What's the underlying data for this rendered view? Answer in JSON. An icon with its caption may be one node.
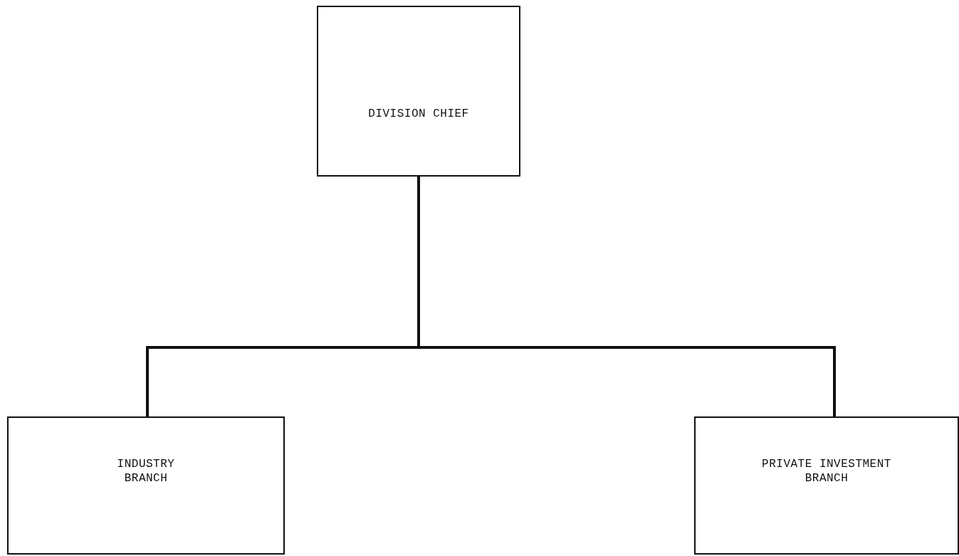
{
  "diagram": {
    "nodes": [
      {
        "text": [
          "DIVISION CHIEF"
        ]
      },
      {
        "text": [
          "INDUSTRY BRANCH"
        ]
      },
      {
        "text": [
          "PRIVATE INVESTMENT BRANCH"
        ]
      }
    ],
    "edges": [
      {
        "from": 0,
        "to": 1,
        "arrow": "none"
      },
      {
        "from": 0,
        "to": 2,
        "arrow": "none"
      }
    ]
  }
}
